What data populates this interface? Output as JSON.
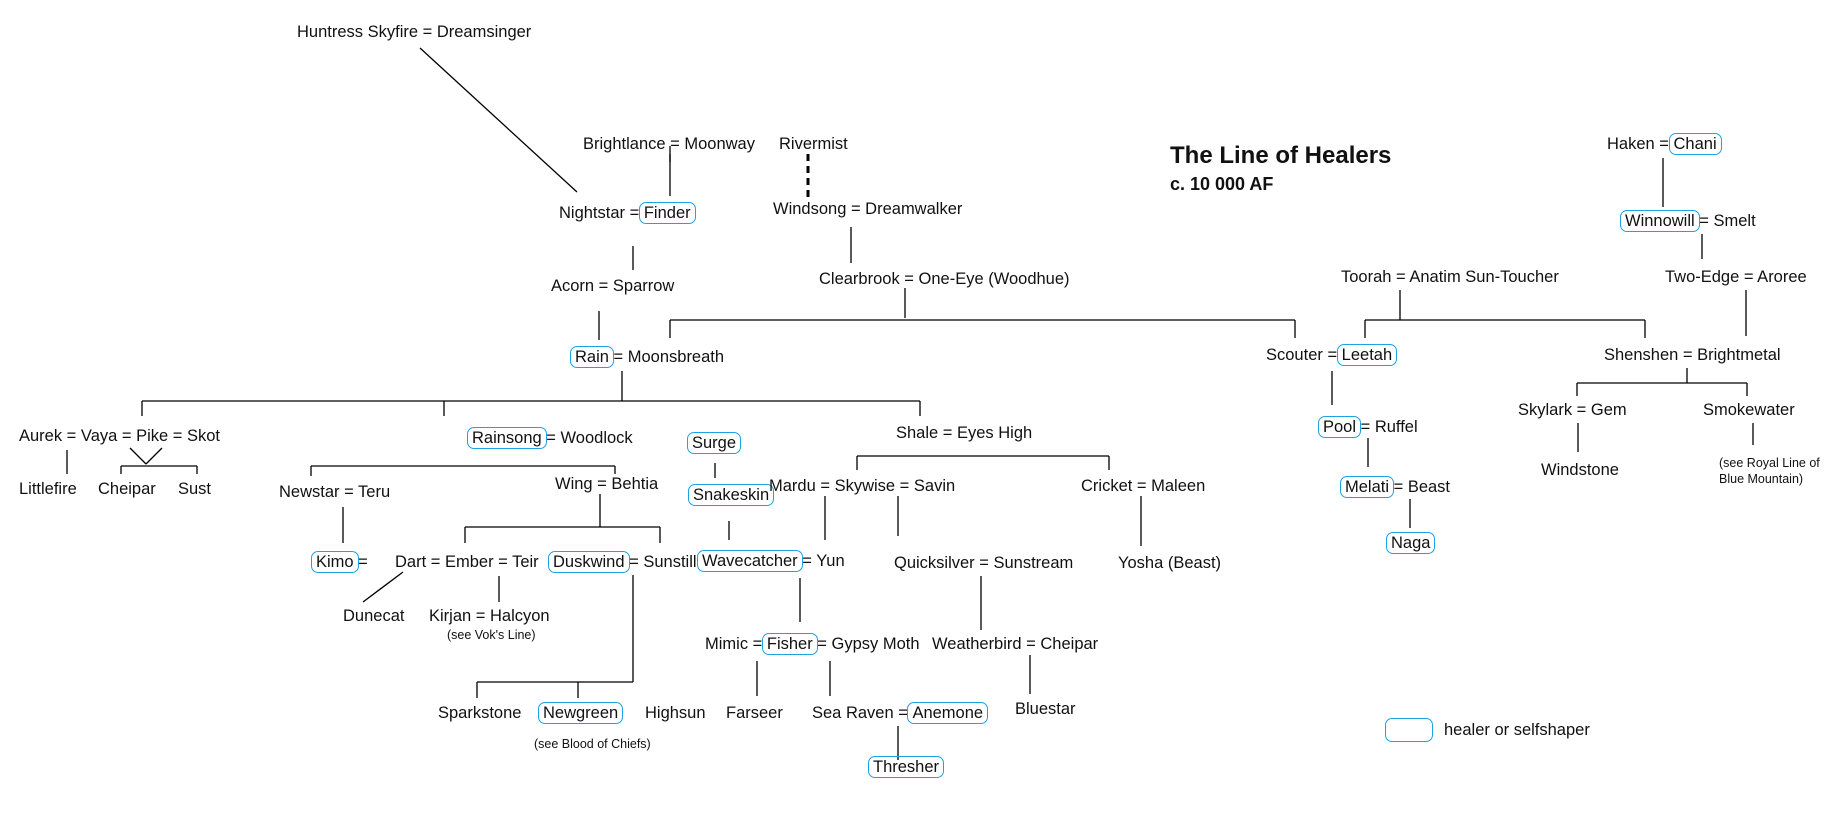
{
  "title": "The Line of Healers",
  "subtitle": "c. 10 000 AF",
  "legend": {
    "label": "healer or selfshaper",
    "box_color": "#1ea1e6"
  },
  "nodes": [
    {
      "parts": [
        "Huntress Skyfire = Dreamsinger"
      ]
    },
    {
      "parts": [
        "Brightlance = Moonway"
      ]
    },
    {
      "parts": [
        "Rivermist"
      ]
    },
    {
      "parts": [
        "Nightstar = ",
        "Finder"
      ],
      "boxed": [
        1
      ]
    },
    {
      "parts": [
        "Windsong = Dreamwalker"
      ]
    },
    {
      "parts": [
        "Acorn =  Sparrow"
      ]
    },
    {
      "parts": [
        "Clearbrook = One-Eye (Woodhue)"
      ]
    },
    {
      "parts": [
        "Rain",
        " = Moonsbreath"
      ],
      "boxed": [
        0
      ]
    },
    {
      "parts": [
        "Aurek = Vaya = Pike = Skot"
      ]
    },
    {
      "parts": [
        "Littlefire"
      ]
    },
    {
      "parts": [
        "Cheipar"
      ]
    },
    {
      "parts": [
        "Sust"
      ]
    },
    {
      "parts": [
        "Rainsong",
        " = Woodlock"
      ],
      "boxed": [
        0
      ]
    },
    {
      "parts": [
        "Newstar = Teru"
      ]
    },
    {
      "parts": [
        "Wing = Behtia"
      ]
    },
    {
      "parts": [
        "Kimo",
        "  ="
      ],
      "boxed": [
        0
      ]
    },
    {
      "parts": [
        "Dart = Ember = Teir"
      ]
    },
    {
      "parts": [
        "Duskwind",
        " = Sunstill"
      ],
      "boxed": [
        0
      ]
    },
    {
      "parts": [
        "Dunecat"
      ]
    },
    {
      "parts": [
        "Kirjan =  Halcyon"
      ]
    },
    {
      "parts": [
        "(see Vok's Line)"
      ],
      "small": true
    },
    {
      "parts": [
        "Sparkstone"
      ]
    },
    {
      "parts": [
        "Newgreen"
      ],
      "boxed": [
        0
      ]
    },
    {
      "parts": [
        "Highsun"
      ]
    },
    {
      "parts": [
        "(see Blood of Chiefs)"
      ],
      "small": true
    },
    {
      "parts": [
        "Surge"
      ],
      "boxed": [
        0
      ]
    },
    {
      "parts": [
        "Snakeskin"
      ],
      "boxed": [
        0
      ]
    },
    {
      "parts": [
        "Wavecatcher",
        " = Yun"
      ],
      "boxed": [
        0
      ]
    },
    {
      "parts": [
        "Mimic = ",
        "Fisher",
        " = Gypsy Moth"
      ],
      "boxed": [
        1
      ]
    },
    {
      "parts": [
        "Farseer"
      ]
    },
    {
      "parts": [
        "Sea Raven = ",
        "Anemone"
      ],
      "boxed": [
        1
      ]
    },
    {
      "parts": [
        "Thresher"
      ],
      "boxed": [
        0
      ]
    },
    {
      "parts": [
        "Shale = Eyes High"
      ]
    },
    {
      "parts": [
        "Mardu = Skywise = Savin"
      ]
    },
    {
      "parts": [
        "Cricket = Maleen"
      ]
    },
    {
      "parts": [
        "Quicksilver = Sunstream"
      ]
    },
    {
      "parts": [
        "Yosha (Beast)"
      ]
    },
    {
      "parts": [
        "Weatherbird = Cheipar"
      ]
    },
    {
      "parts": [
        "Bluestar"
      ]
    },
    {
      "parts": [
        "Toorah = Anatim Sun-Toucher"
      ]
    },
    {
      "parts": [
        "Scouter = ",
        "Leetah"
      ],
      "boxed": [
        1
      ]
    },
    {
      "parts": [
        "Pool",
        " = Ruffel"
      ],
      "boxed": [
        0
      ]
    },
    {
      "parts": [
        "Melati",
        "  = Beast"
      ],
      "boxed": [
        0
      ]
    },
    {
      "parts": [
        "Naga"
      ],
      "boxed": [
        0
      ]
    },
    {
      "parts": [
        "Haken = ",
        "Chani"
      ],
      "boxed": [
        1
      ]
    },
    {
      "parts": [
        "Winnowill",
        " = Smelt"
      ],
      "boxed": [
        0
      ]
    },
    {
      "parts": [
        "Two-Edge = Aroree"
      ]
    },
    {
      "parts": [
        "Shenshen = Brightmetal"
      ]
    },
    {
      "parts": [
        "Skylark =   Gem"
      ]
    },
    {
      "parts": [
        "Smokewater"
      ]
    },
    {
      "parts": [
        "Windstone"
      ]
    },
    {
      "parts": [
        "(see Royal Line of"
      ],
      "small": true
    },
    {
      "parts": [
        "Blue Mountain)"
      ],
      "small": true
    }
  ]
}
